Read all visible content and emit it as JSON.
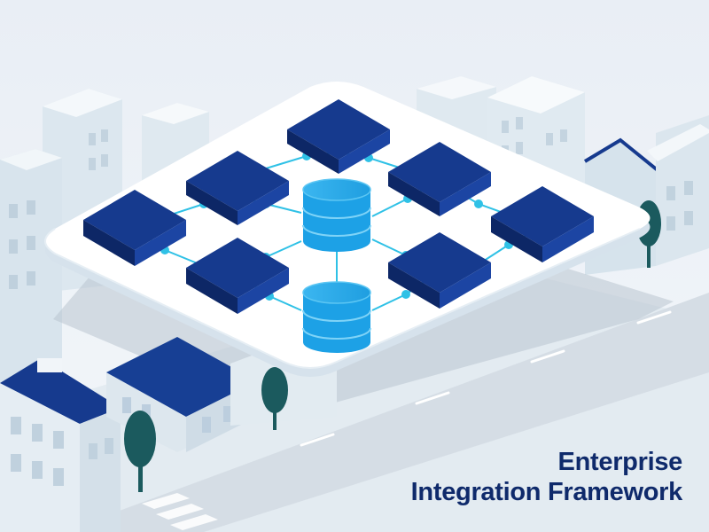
{
  "caption": {
    "line1": "Enterprise",
    "line2": "Integration Framework"
  },
  "colors": {
    "background": "#eef3f8",
    "block_top": "#163a8e",
    "block_side_dark": "#0d2766",
    "block_side_light": "#1c45a3",
    "database": "#1da1e6",
    "connector": "#2fc1e6",
    "platform": "#ffffff",
    "text": "#0f2a6b",
    "tree": "#1b5a5e"
  },
  "diagram": {
    "nodes": [
      {
        "id": "module-top",
        "kind": "block"
      },
      {
        "id": "module-upper-left",
        "kind": "block"
      },
      {
        "id": "module-upper-right",
        "kind": "block"
      },
      {
        "id": "module-left",
        "kind": "block"
      },
      {
        "id": "module-right",
        "kind": "block"
      },
      {
        "id": "module-lower-left",
        "kind": "block"
      },
      {
        "id": "module-lower-right",
        "kind": "block"
      },
      {
        "id": "database-upper",
        "kind": "database"
      },
      {
        "id": "database-lower",
        "kind": "database"
      }
    ],
    "edges": [
      [
        "module-top",
        "module-upper-left"
      ],
      [
        "module-top",
        "module-upper-right"
      ],
      [
        "module-upper-left",
        "database-upper"
      ],
      [
        "module-upper-right",
        "database-upper"
      ],
      [
        "module-left",
        "module-upper-left"
      ],
      [
        "module-right",
        "module-upper-right"
      ],
      [
        "module-left",
        "module-lower-left"
      ],
      [
        "module-right",
        "module-lower-right"
      ],
      [
        "module-lower-left",
        "database-upper"
      ],
      [
        "module-lower-right",
        "database-upper"
      ],
      [
        "module-lower-left",
        "database-lower"
      ],
      [
        "module-lower-right",
        "database-lower"
      ],
      [
        "database-upper",
        "database-lower"
      ]
    ]
  }
}
